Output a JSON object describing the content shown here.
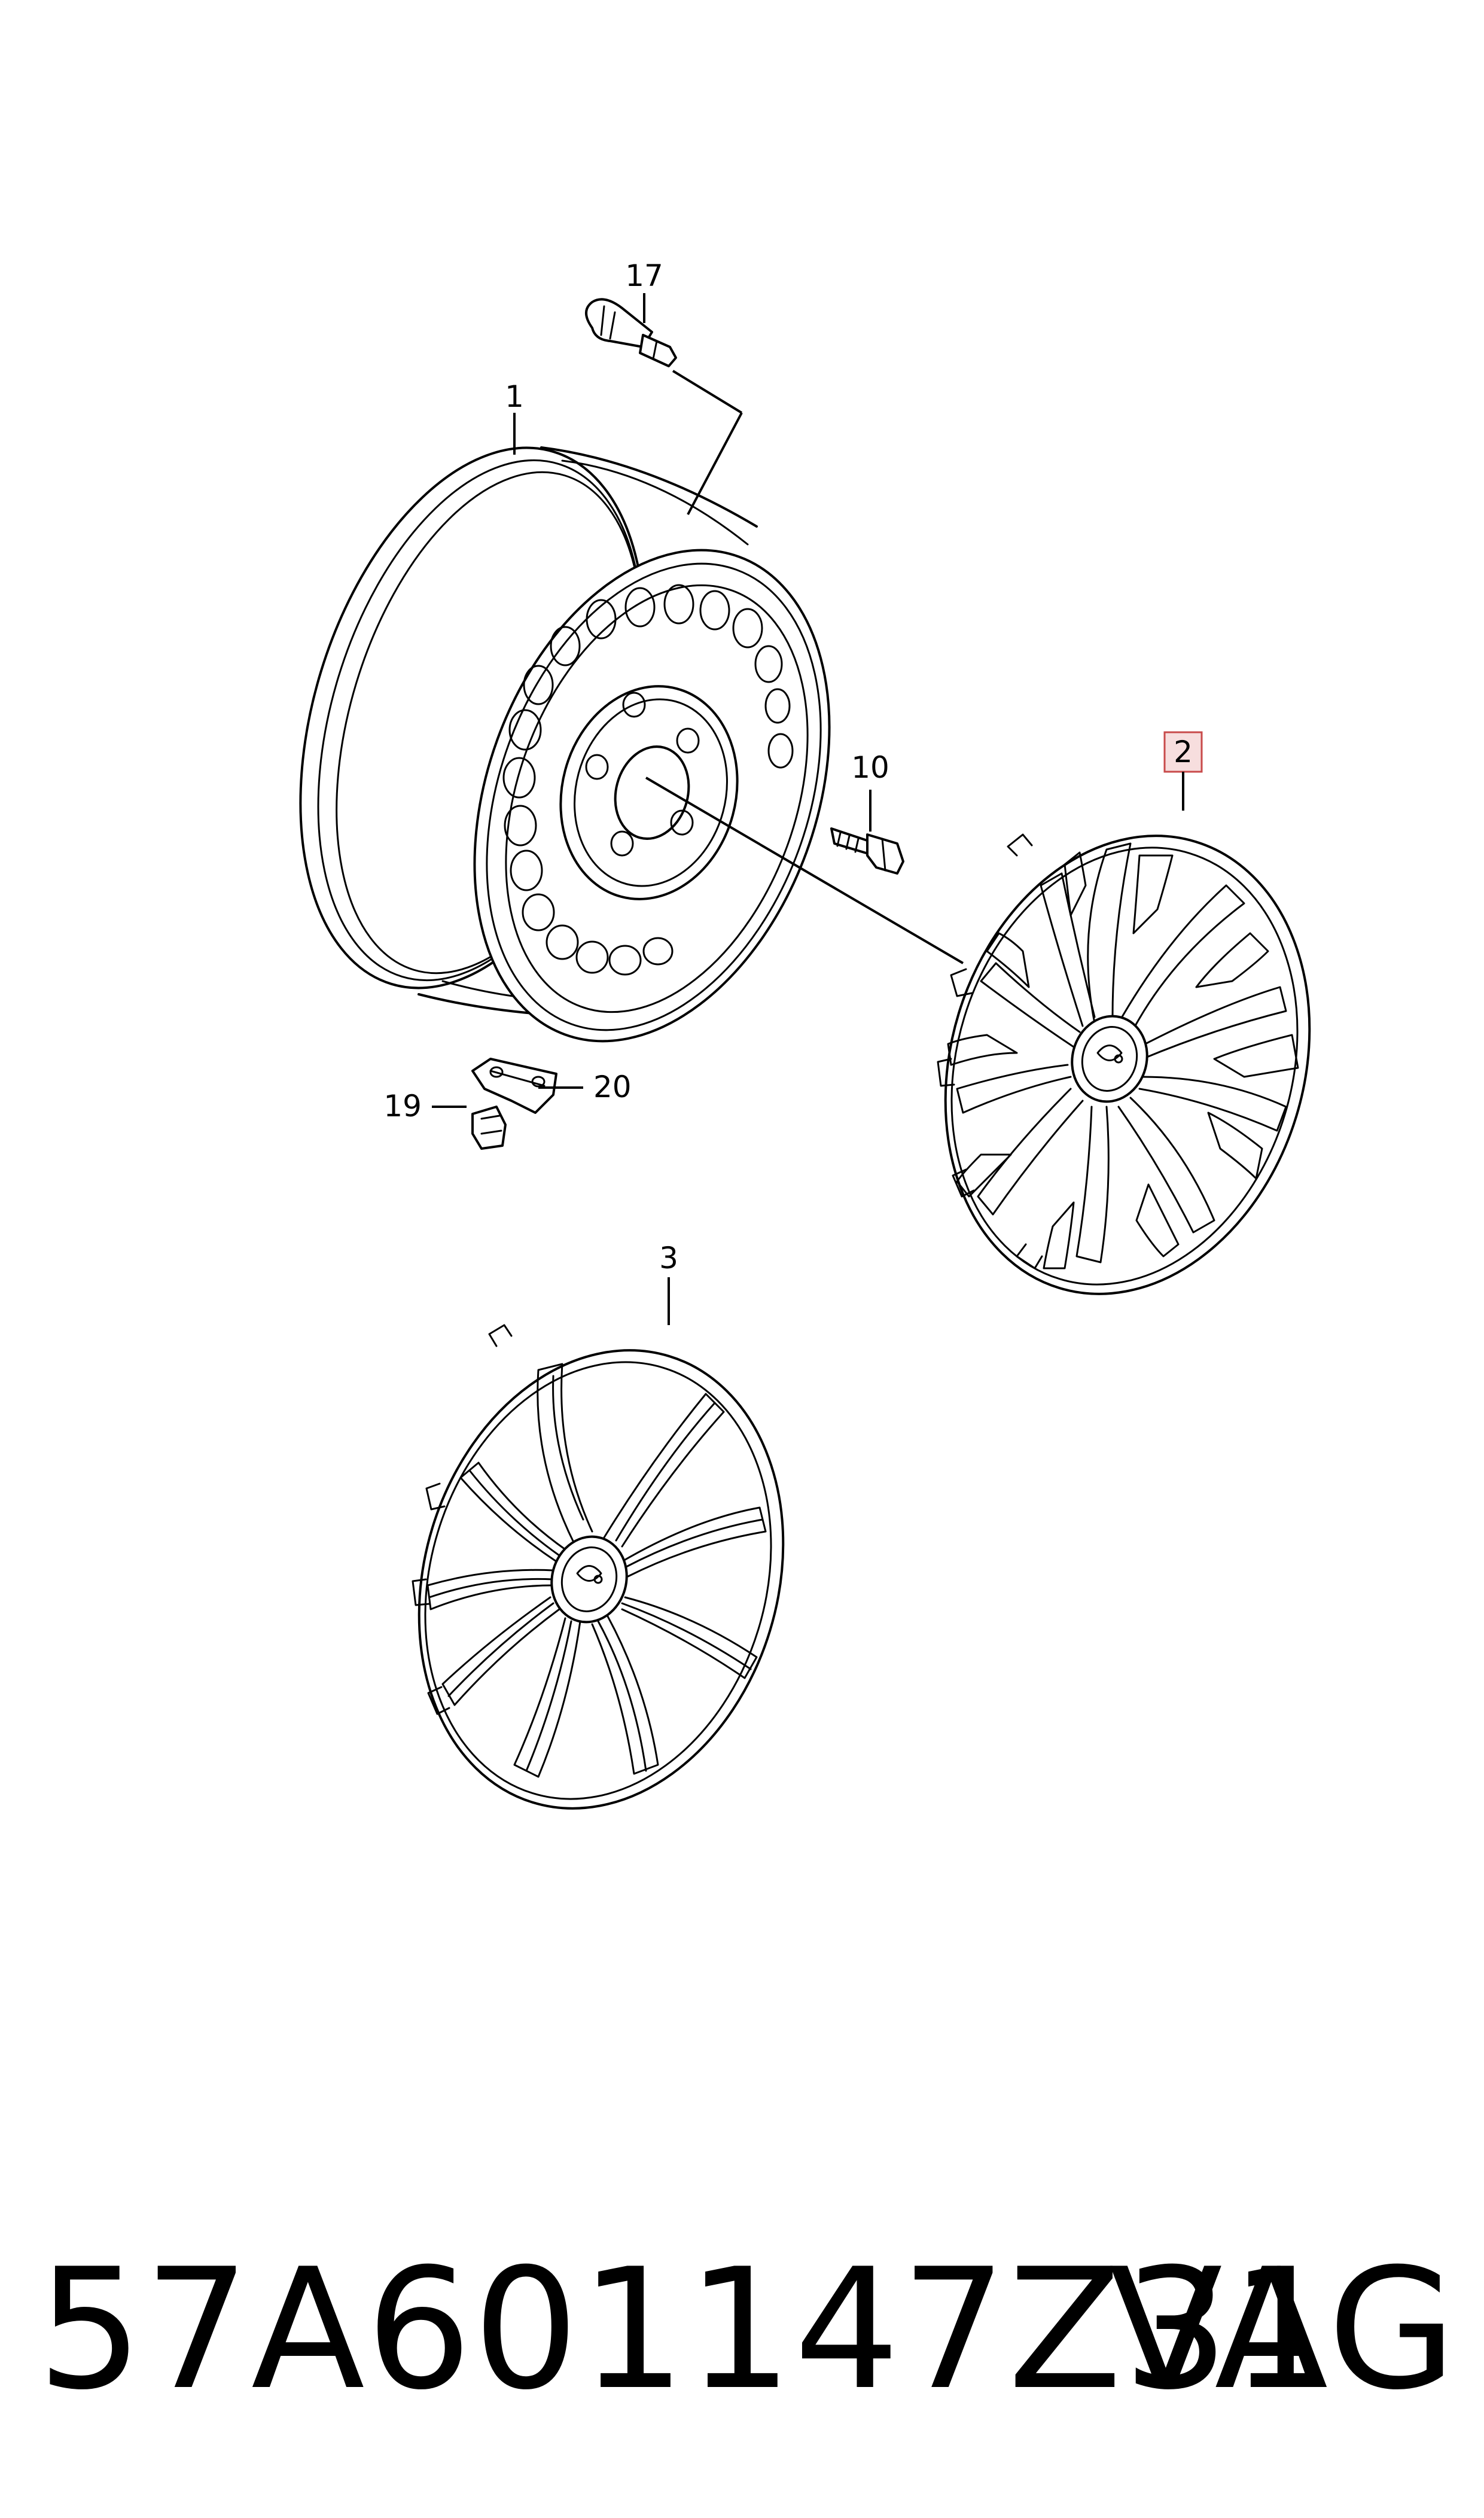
{
  "callouts": {
    "c1": "1",
    "c2": "2",
    "c3": "3",
    "c10": "10",
    "c17": "17",
    "c19": "19",
    "c20": "20"
  },
  "highlighted_callout": "2",
  "colors": {
    "line": "#000000",
    "background": "#ffffff",
    "highlight_fill": "#f7dede",
    "highlight_stroke": "#c84a4a"
  },
  "footer": {
    "part_number": "57A601147Z31",
    "brand": "VAG"
  }
}
